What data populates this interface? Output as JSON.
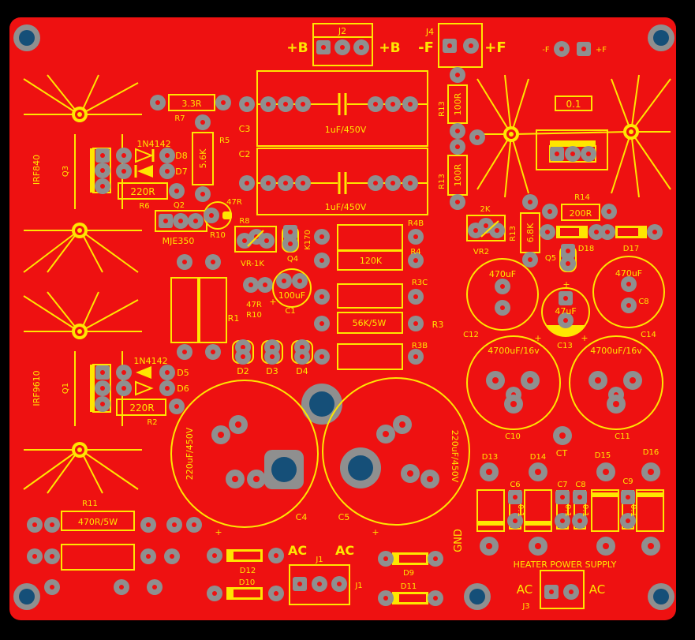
{
  "colors": {
    "background": "#000000",
    "board": "#ee1111",
    "silkscreen": "#ffe600",
    "pad": "#8f8f8f",
    "hole": "#154f78"
  },
  "terminals": {
    "j2": {
      "ref": "J2",
      "plus_left": "+B",
      "plus_right": "+B"
    },
    "j4": {
      "ref": "J4",
      "minus": "-F",
      "plus": "+F"
    },
    "j1": {
      "ref": "J1",
      "ref_right": "J1",
      "ac_left": "AC",
      "ac_right": "AC"
    },
    "j3": {
      "ref": "J3",
      "ac_left": "AC",
      "ac_right": "AC",
      "title": "HEATER POWER SUPPLY"
    },
    "f_test": {
      "minus": "-F",
      "plus": "+F"
    }
  },
  "caps": {
    "c3": {
      "ref": "C3",
      "value": "1uF/450V"
    },
    "c2": {
      "ref": "C2",
      "value": "1uF/450V"
    },
    "c4": {
      "ref": "C4",
      "value": "220uF/450V"
    },
    "c5": {
      "ref": "C5",
      "value": "220uF/450V"
    },
    "c12": {
      "ref": "C12",
      "value": "470uF"
    },
    "c14": {
      "ref": "C14",
      "value": "470uF"
    },
    "c8": {
      "ref": "C8"
    },
    "c13": {
      "ref": "C13",
      "value": "47uF"
    },
    "c10": {
      "ref": "C10",
      "value": "4700uF/16v"
    },
    "c11": {
      "ref": "C11",
      "value": "4700uF/16v"
    },
    "c1": {
      "ref": "C1",
      "value": "100uF"
    },
    "c6": {
      "ref": "C6",
      "value": "0.1"
    },
    "c7": {
      "ref": "C7",
      "value": "0.1"
    },
    "c8s": {
      "ref": "C8",
      "value": "0.1"
    },
    "c9": {
      "ref": "C9",
      "value": "0.1"
    },
    "top01": {
      "value": "0.1"
    }
  },
  "resistors": {
    "r7": {
      "ref": "R7",
      "value": "3.3R"
    },
    "r5": {
      "ref": "R5",
      "value": "5.6K"
    },
    "r6": {
      "ref": "R6",
      "value": "220R"
    },
    "r2": {
      "ref": "R2",
      "value": "220R"
    },
    "r10a": {
      "ref": "R10",
      "value": "47R"
    },
    "r10b": {
      "ref": "R10",
      "value": "47R"
    },
    "r8": {
      "ref": "R8",
      "value": "VR-1K"
    },
    "r4": {
      "ref": "R4",
      "value": "120K"
    },
    "r3": {
      "ref": "R3",
      "value": "56K/5W"
    },
    "r4b": {
      "ref": "R4B"
    },
    "r3c": {
      "ref": "R3C"
    },
    "r3b": {
      "ref": "R3B"
    },
    "r1": {
      "ref": "R1"
    },
    "r11": {
      "ref": "R11",
      "value": "470R/5W"
    },
    "r13a": {
      "ref": "R13",
      "value": "100R"
    },
    "r13b": {
      "ref": "R13",
      "value": "100R"
    },
    "r13c": {
      "ref": "R13",
      "value": "6.8K"
    },
    "r14": {
      "ref": "R14",
      "value": "200R"
    },
    "vr2": {
      "ref": "VR2",
      "value": "2K"
    }
  },
  "semis": {
    "q3": {
      "ref": "Q3",
      "part": "IRF840"
    },
    "q1": {
      "ref": "Q1",
      "part": "IRF9610"
    },
    "q2": {
      "ref": "Q2",
      "part": "MJE350"
    },
    "q4": {
      "ref": "Q4",
      "part": "K170"
    },
    "q5": {
      "ref": "Q5"
    },
    "zener_top": {
      "part": "1N4142"
    },
    "zener_bottom": {
      "part": "1N4142"
    },
    "d8": {
      "ref": "D8"
    },
    "d7": {
      "ref": "D7"
    },
    "d5": {
      "ref": "D5"
    },
    "d6": {
      "ref": "D6"
    },
    "d2": {
      "ref": "D2"
    },
    "d3": {
      "ref": "D3"
    },
    "d4": {
      "ref": "D4"
    },
    "d12": {
      "ref": "D12"
    },
    "d10": {
      "ref": "D10"
    },
    "d9": {
      "ref": "D9"
    },
    "d11": {
      "ref": "D11"
    },
    "d13": {
      "ref": "D13"
    },
    "d14": {
      "ref": "D14"
    },
    "d15": {
      "ref": "D15"
    },
    "d16": {
      "ref": "D16"
    },
    "d17": {
      "ref": "D17"
    },
    "d18": {
      "ref": "D18"
    }
  },
  "labels": {
    "gnd": "GND",
    "ct": "CT",
    "plus": "+"
  }
}
